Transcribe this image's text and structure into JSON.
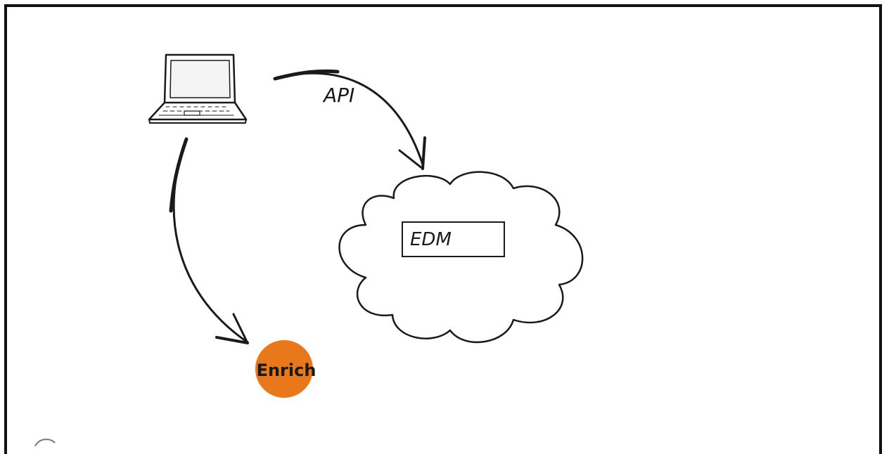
{
  "diagram": {
    "labels": {
      "api": "API",
      "edm": "EDM",
      "enrich": "Enrich"
    },
    "colors": {
      "stroke": "#1a1a1a",
      "enrich_fill": "#e8781a",
      "background": "#ffffff"
    },
    "icons": {
      "client": "laptop-icon",
      "cloud": "cloud-shape"
    }
  }
}
